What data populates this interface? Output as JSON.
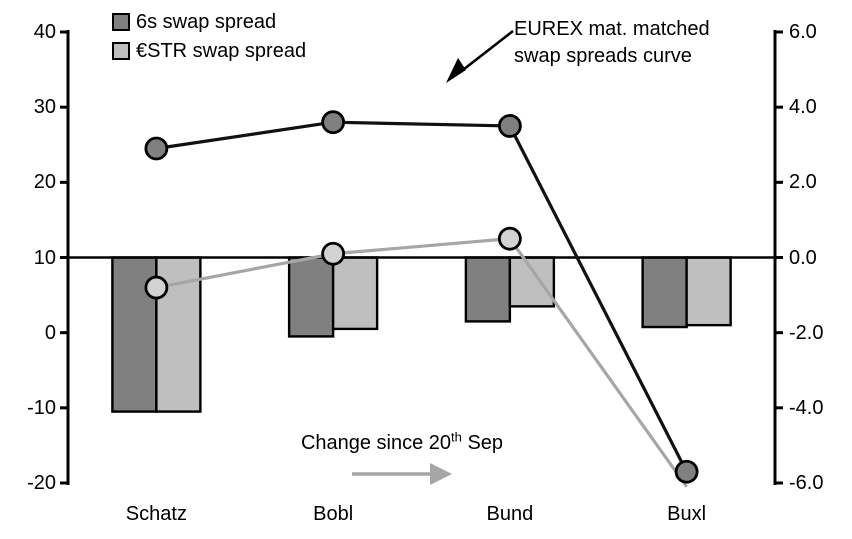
{
  "colors": {
    "dark_gray": "#808080",
    "light_gray": "#bfbfbf",
    "black_line": "#111111",
    "gray_line": "#a6a6a6",
    "gray_marker_fill": "#d2d2d2",
    "axis": "#000000",
    "background": "#ffffff"
  },
  "legend": {
    "items": [
      {
        "label": "6s swap spread",
        "color": "#808080"
      },
      {
        "label": "€STR swap spread",
        "color": "#bfbfbf"
      }
    ]
  },
  "annotations": {
    "curve_label_line1": "EUREX mat. matched",
    "curve_label_line2": "swap spreads curve",
    "change_label_pre": "Change since 20",
    "change_label_sup": "th",
    "change_label_post": " Sep"
  },
  "chart_data": {
    "type": "bar",
    "subtype": "combo bar + line, dual axis",
    "categories": [
      "Schatz",
      "Bobl",
      "Bund",
      "Buxl"
    ],
    "left_axis": {
      "ticks": [
        "40",
        "30",
        "20",
        "10",
        "0",
        "-10",
        "-20"
      ],
      "min": -20,
      "max": 40,
      "applies_to": "swap spread curves (lines)"
    },
    "right_axis": {
      "ticks": [
        "6.0",
        "4.0",
        "2.0",
        "0.0",
        "-2.0",
        "-4.0",
        "-6.0"
      ],
      "min": -6,
      "max": 6,
      "applies_to": "change since 20th Sep (bars)"
    },
    "bar_series": [
      {
        "name": "6s swap spread",
        "axis": "right",
        "color": "#808080",
        "values": [
          -4.1,
          -2.1,
          -1.7,
          -1.85
        ]
      },
      {
        "name": "€STR swap spread",
        "axis": "right",
        "color": "#bfbfbf",
        "values": [
          -4.1,
          -1.9,
          -1.3,
          -1.8
        ]
      }
    ],
    "line_series": [
      {
        "name": "EUREX mat. matched swap spreads curve (6s)",
        "axis": "left",
        "color": "#111111",
        "marker_fill": "#808080",
        "values": [
          24.5,
          28.0,
          27.5,
          -18.5
        ],
        "markers": [
          true,
          true,
          true,
          true
        ]
      },
      {
        "name": "€STR swap spreads curve",
        "axis": "left",
        "color": "#a6a6a6",
        "marker_fill": "#d2d2d2",
        "values": [
          6.0,
          10.5,
          12.5,
          -20.5
        ],
        "markers": [
          true,
          true,
          true,
          false
        ]
      }
    ],
    "grid": false,
    "legend_position": "top-left inside plot",
    "annotations": [
      {
        "text": "EUREX mat. matched swap spreads curve",
        "target": "black line",
        "arrow": "black, points down-left to curve"
      },
      {
        "text": "Change since 20th Sep",
        "target": "bars",
        "arrow": "gray, points right"
      }
    ]
  }
}
